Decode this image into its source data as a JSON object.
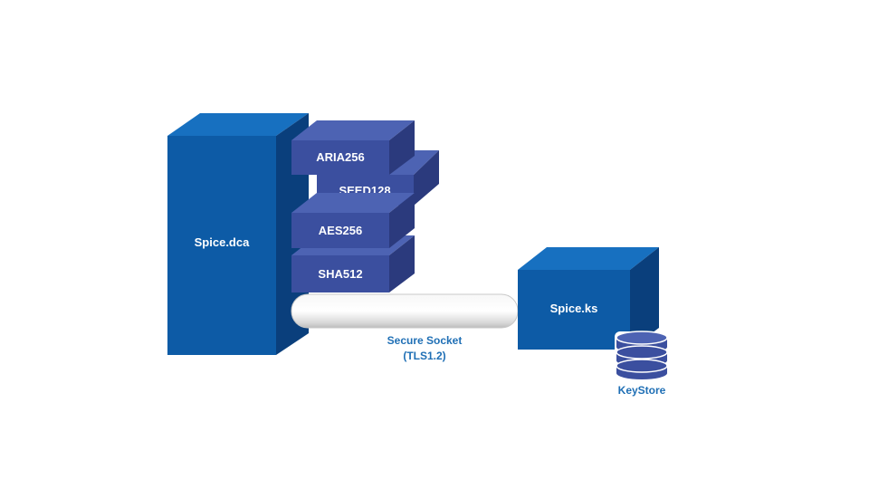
{
  "diagram": {
    "server_label": "Spice.dca",
    "modules": [
      {
        "label": "ARIA256"
      },
      {
        "label": "SEED128"
      },
      {
        "label": "AES256"
      },
      {
        "label": "SHA512"
      }
    ],
    "keyserver_label": "Spice.ks",
    "connection": {
      "line1": "Secure Socket",
      "line2": "(TLS1.2)"
    },
    "database_label": "KeyStore",
    "colors": {
      "server_front": "#0d5ba6",
      "server_side": "#0a3f7c",
      "server_top": "#1770c0",
      "module_front": "#3b4f9f",
      "module_side": "#2b3a7d",
      "module_top": "#4d63b3",
      "text_accent": "#1f6fb5",
      "pipe": "#e6e6e6"
    }
  }
}
